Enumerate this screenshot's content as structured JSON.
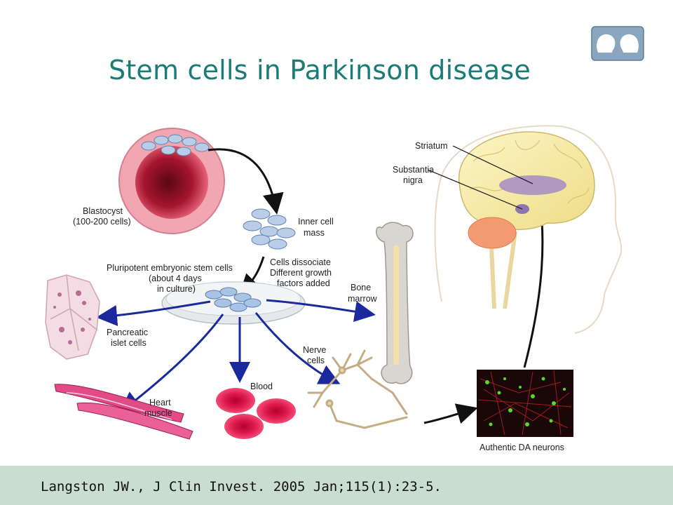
{
  "slide": {
    "title": "Stem cells in Parkinson disease",
    "citation": "Langston JW., J Clin Invest. 2005 Jan;115(1):23-5."
  },
  "diagram": {
    "blastocyst": [
      "Blastocyst",
      "(100-200 cells)"
    ],
    "inner_cell_mass": [
      "Inner cell",
      "mass"
    ],
    "dissociate": [
      "Cells dissociate",
      "Different growth",
      "factors added"
    ],
    "pluripotent": [
      "Pluripotent embryonic stem cells",
      "(about 4 days",
      "in culture)"
    ],
    "bone_marrow": [
      "Bone",
      "marrow"
    ],
    "pancreatic": [
      "Pancreatic",
      "islet cells"
    ],
    "nerve": [
      "Nerve",
      "cells"
    ],
    "blood": "Blood",
    "heart": [
      "Heart",
      "muscle"
    ],
    "da_neurons": "Authentic DA neurons",
    "striatum": "Striatum",
    "substantia": [
      "Substantia",
      "nigra"
    ]
  },
  "colors": {
    "title": "#1b7b77",
    "footer": "#c9ddd0",
    "arrow_blue": "#1a2a9c",
    "arrow_black": "#111111"
  },
  "icons": [
    "two-heads-logo-icon"
  ]
}
